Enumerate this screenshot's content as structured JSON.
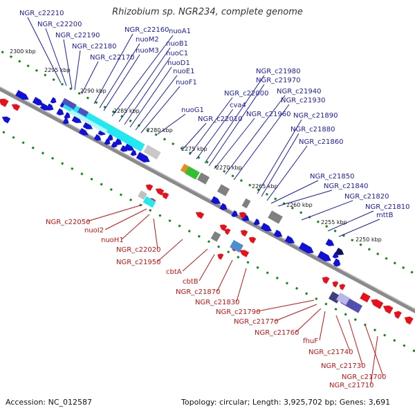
{
  "title": "Rhizobium sp. NGR234, complete genome",
  "accession": "Accession: NC_012587",
  "summary": "Topology: circular; Length: 3,925,702 bp; Genes: 3,691",
  "colors": {
    "forward": "#1010d8",
    "reverse": "#e8101a",
    "forward_label": "#1a1aa8",
    "reverse_label": "#cc1010",
    "backbone": "#8a8a8a",
    "ticks": "#0a8a0a"
  },
  "scale_ticks": [
    "2300 kbp",
    "2295 kbp",
    "2290 kbp",
    "2285 kbp",
    "2280 kbp",
    "2275 kbp",
    "2270 kbp",
    "2265 kbp",
    "2260 kbp",
    "2255 kbp",
    "2250 kbp"
  ],
  "forward_labels": [
    "NGR_c22210",
    "NGR_c22200",
    "NGR_c22190",
    "NGR_c22180",
    "NGR_c22170",
    "NGR_c22160",
    "nuoM2",
    "nuoM3",
    "nuoA1",
    "nuoB1",
    "nuoC1",
    "nuoD1",
    "nuoE1",
    "nuoF1",
    "nuoG1",
    "NGR_c22010",
    "NGR_c22000",
    "cva4",
    "NGR_c21980",
    "NGR_c21970",
    "NGR_c21960",
    "NGR_c21940",
    "NGR_c21930",
    "NGR_c21890",
    "NGR_c21880",
    "NGR_c21860",
    "NGR_c21850",
    "NGR_c21840",
    "NGR_c21820",
    "NGR_c21810",
    "mttB"
  ],
  "reverse_labels": [
    "NGR_c22050",
    "nuoI2",
    "nuoH1",
    "NGR_c22020",
    "NGR_c21950",
    "cbtA",
    "cbtB",
    "NGR_c21870",
    "NGR_c21830",
    "NGR_c21790",
    "NGR_c21770",
    "NGR_c21760",
    "fhuF",
    "NGR_c21740",
    "NGR_c21730",
    "NGR_c21700",
    "NGR_c21710"
  ]
}
